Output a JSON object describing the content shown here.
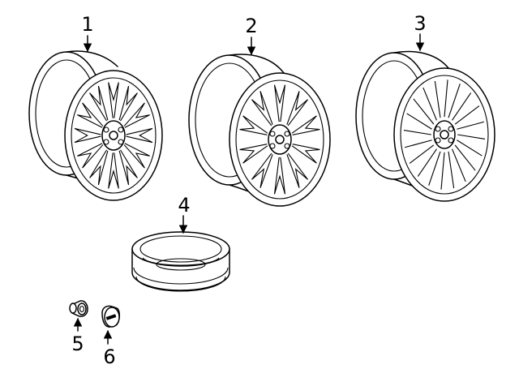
{
  "parts": [
    {
      "callout": "1",
      "part": "wheel"
    },
    {
      "callout": "2",
      "part": "wheel"
    },
    {
      "callout": "3",
      "part": "wheel"
    },
    {
      "callout": "4",
      "part": "spare-wheel"
    },
    {
      "callout": "5",
      "part": "valve-stem"
    },
    {
      "callout": "6",
      "part": "center-cap"
    }
  ]
}
